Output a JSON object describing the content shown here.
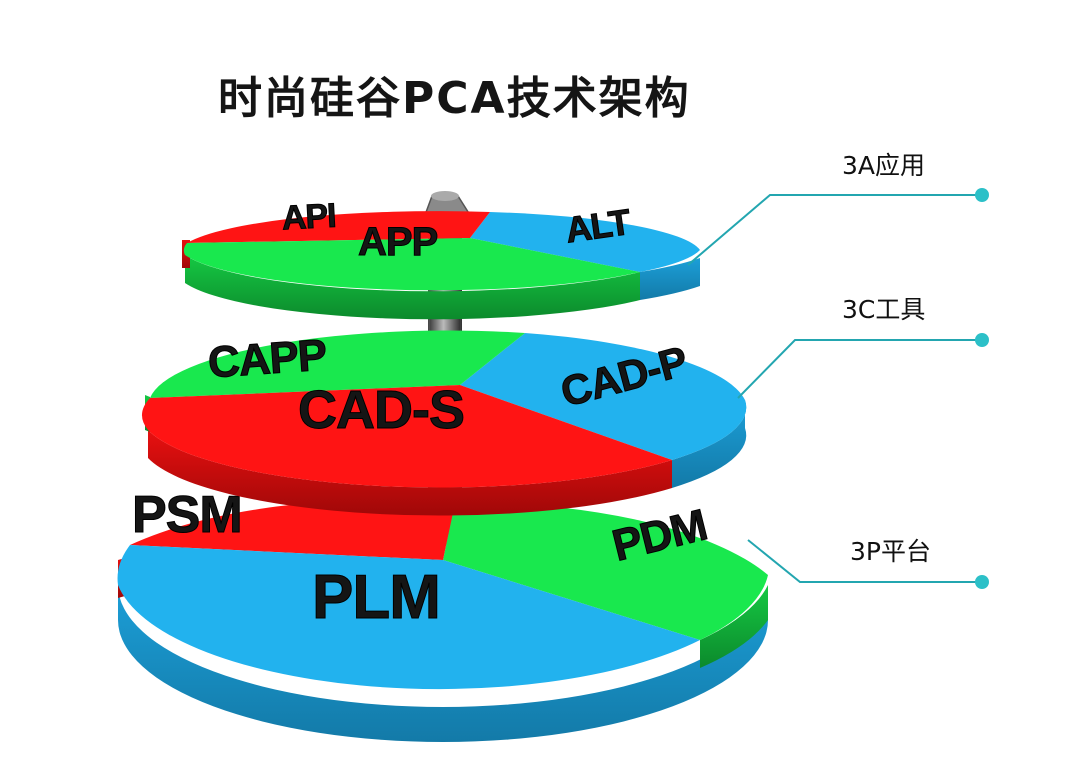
{
  "title": "时尚硅谷PCA技术架构",
  "colors": {
    "red": "#ff1414",
    "green": "#19e84e",
    "blue": "#22b2ee",
    "line": "#23a6b0",
    "dot": "#2cc0c8"
  },
  "layers": [
    {
      "name": "3A应用",
      "segments": [
        "API",
        "APP",
        "ALT"
      ]
    },
    {
      "name": "3C工具",
      "segments": [
        "CAPP",
        "CAD-S",
        "CAD-P"
      ]
    },
    {
      "name": "3P平台",
      "segments": [
        "PSM",
        "PLM",
        "PDM"
      ]
    }
  ]
}
